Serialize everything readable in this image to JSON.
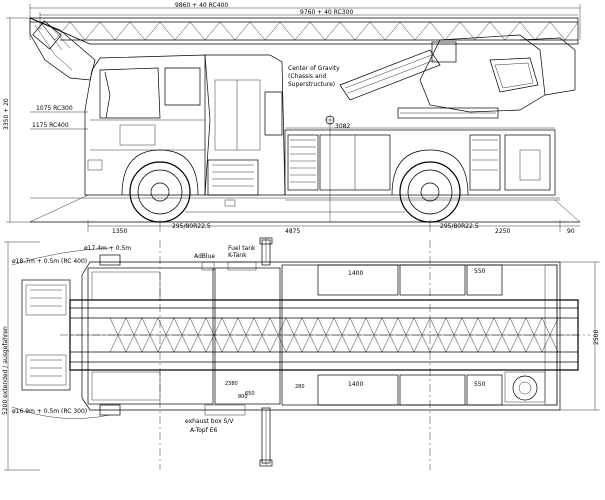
{
  "dims": {
    "overall_length": "9860 + 40 RC400",
    "ladder_length": "9760 + 40 RC300",
    "height_total": "3350 + 20",
    "cab_offset_1": "1075 RC300",
    "cab_offset_2": "1175 RC400",
    "front_overhang": "1350",
    "wheelbase": "4875",
    "rear_overhang": "2250",
    "rear_end": "90",
    "tire_front": "295/80R22.5",
    "tire_rear": "295/80R22.5",
    "width_total": "2500",
    "width_extended": "5200 extended / ausgefahren",
    "compartment_1400_top": "1400",
    "compartment_1400_bottom": "1400",
    "compartment_550_top": "550",
    "compartment_550_bottom": "550",
    "compartment_800": "800",
    "compartment_650": "650",
    "compartment_2380": "2380",
    "compartment_280": "280"
  },
  "annotations": {
    "center_gravity": [
      "Center of Gravity",
      "(Chassis and",
      "Superstructure)"
    ],
    "cog_value": "3082",
    "radius_front_top": "ø17.4m + 0.5m",
    "radius_left_top": "ø18.7m + 0.5m (RC 400)",
    "radius_left_bottom": "ø16.9m + 0.5m (RC 300)",
    "adblue": "AdBlue",
    "fuel_tank": [
      "Fuel tank",
      "K-Tank"
    ],
    "exhaust": [
      "exhaust box S/V",
      "A-Topf E6"
    ]
  }
}
